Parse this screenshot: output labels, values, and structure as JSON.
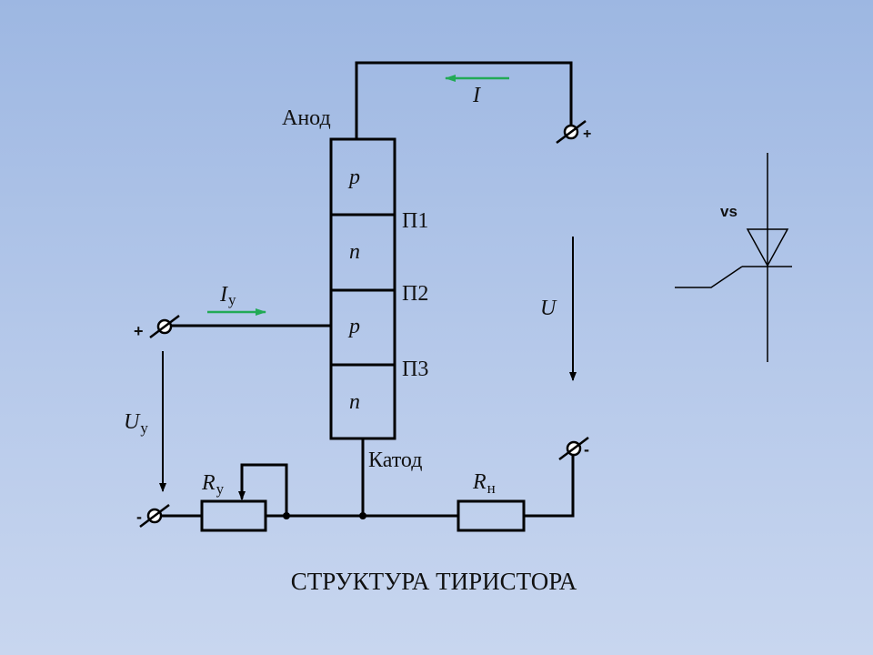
{
  "diagram": {
    "title": "СТРУКТУРА ТИРИСТОРА",
    "anode_label": "Анод",
    "cathode_label": "Катод",
    "layers": [
      "p",
      "n",
      "p",
      "n"
    ],
    "junctions": [
      "П1",
      "П2",
      "П3"
    ],
    "current_main": "I",
    "current_control": "I",
    "current_control_sub": "у",
    "voltage_main": "U",
    "voltage_control": "U",
    "voltage_control_sub": "у",
    "resistor_control": "R",
    "resistor_control_sub": "у",
    "resistor_load": "R",
    "resistor_load_sub": "н",
    "terminal_plus": "+",
    "terminal_minus": "-",
    "symbol_label": "vs",
    "colors": {
      "wire": "#000000",
      "current_arrow": "#22aa55",
      "background": "#a9c0e6"
    }
  }
}
